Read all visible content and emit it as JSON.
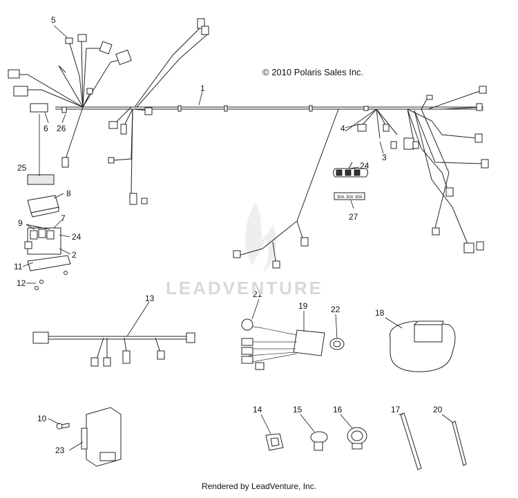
{
  "copyright": "© 2010 Polaris Sales Inc.",
  "footer": "Rendered by LeadVenture, Inc.",
  "watermark": "LEADVENTURE",
  "fuse_labels": [
    "30A",
    "30A",
    "30A"
  ],
  "part_numbers": {
    "p1": "1",
    "p2": "2",
    "p3": "3",
    "p4": "4",
    "p5": "5",
    "p6": "6",
    "p7": "7",
    "p8": "8",
    "p9": "9",
    "p10": "10",
    "p11": "11",
    "p12": "12",
    "p13": "13",
    "p14": "14",
    "p15": "15",
    "p16": "16",
    "p17": "17",
    "p18": "18",
    "p19": "19",
    "p20": "20",
    "p21": "21",
    "p22": "22",
    "p23": "23",
    "p24a": "24",
    "p24b": "24",
    "p25": "25",
    "p26": "26",
    "p27": "27"
  }
}
